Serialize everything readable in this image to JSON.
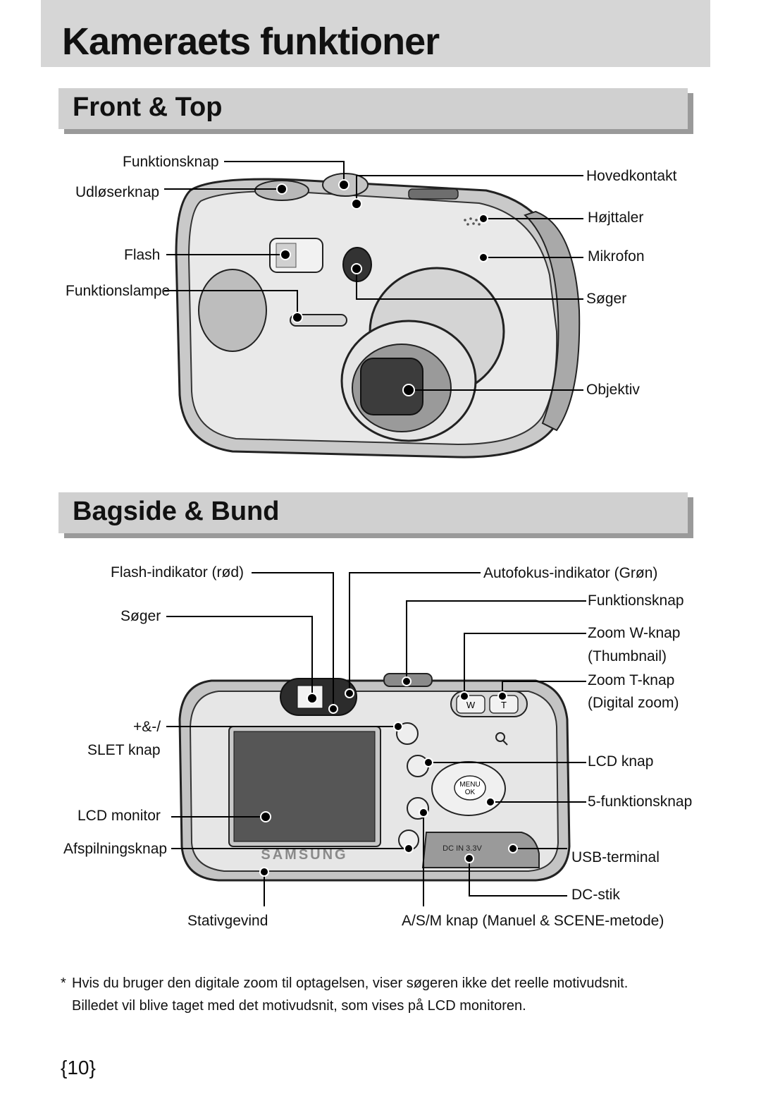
{
  "page": {
    "title": "Kameraets funktioner",
    "page_number": "{10}"
  },
  "front": {
    "heading": "Front & Top",
    "labels": {
      "funktionsknap": "Funktionsknap",
      "udloserknap": "Udløserknap",
      "flash": "Flash",
      "funktionslampe": "Funktionslampe",
      "hovedkontakt": "Hovedkontakt",
      "hojttaler": "Højttaler",
      "mikrofon": "Mikrofon",
      "soger": "Søger",
      "objektiv": "Objektiv"
    }
  },
  "back": {
    "heading": "Bagside & Bund",
    "labels": {
      "flash_indikator": "Flash-indikator (rød)",
      "soger": "Søger",
      "plus_minus": "+&-/",
      "slet_knap": "SLET knap",
      "lcd_monitor": "LCD monitor",
      "afspilningsknap": "Afspilningsknap",
      "stativgevind": "Stativgevind",
      "autofokus_indikator": "Autofokus-indikator (Grøn)",
      "funktionsknap": "Funktionsknap",
      "zoom_w": "Zoom W-knap",
      "thumbnail": "(Thumbnail)",
      "zoom_t": "Zoom T-knap",
      "digital_zoom": "(Digital zoom)",
      "lcd_knap": "LCD knap",
      "fem_funktionsknap": "5-funktionsknap",
      "usb_terminal": "USB-terminal",
      "dc_stik": "DC-stik",
      "asm_knap": "A/S/M knap (Manuel & SCENE-metode)"
    },
    "camera_text": {
      "brand": "SAMSUNG",
      "menu": "MENU",
      "ok": "OK",
      "dc_in": "DC IN 3.3V",
      "zoom_w": "W",
      "zoom_t": "T"
    }
  },
  "note": {
    "star": "*",
    "line1": "Hvis du bruger den digitale zoom til optagelsen, viser søgeren ikke det reelle motivudsnit.",
    "line2": "Billedet vil blive taget med det motivudsnit, som vises på LCD monitoren."
  }
}
